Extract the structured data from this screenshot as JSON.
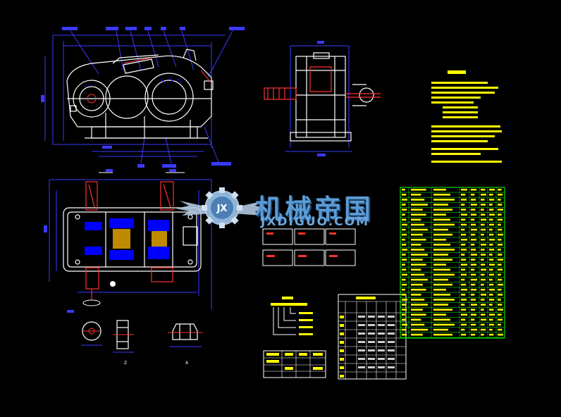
{
  "watermark": {
    "title": "机械帝国",
    "url": "JXDIGUO.COM",
    "logo_letters": "JX"
  },
  "views": {
    "section_label_1": "Z",
    "section_label_2": "A"
  },
  "colors": {
    "background": "#000000",
    "outline": "#ffffff",
    "hatch": "#0000ff",
    "dim": "#3a3aff",
    "shaft": "#ff3030",
    "table_green": "#00ff00",
    "text_yellow": "#ffff00",
    "watermark_blue": "#5b9bd5"
  }
}
